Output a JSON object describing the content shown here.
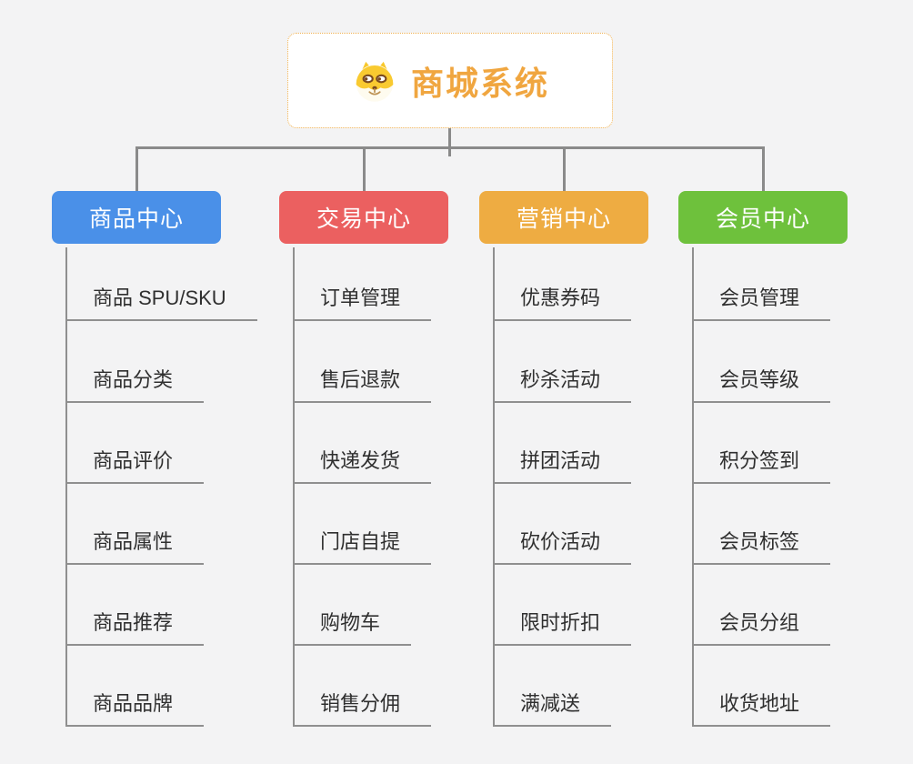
{
  "root": {
    "title": "商城系统",
    "icon": "dog-face-icon",
    "accent_color": "#F0A640"
  },
  "connector_color": "#8A8A8A",
  "branches": [
    {
      "label": "商品中心",
      "color": "#4A90E8",
      "items": [
        "商品 SPU/SKU",
        "商品分类",
        "商品评价",
        "商品属性",
        "商品推荐",
        "商品品牌"
      ]
    },
    {
      "label": "交易中心",
      "color": "#EB6060",
      "items": [
        "订单管理",
        "售后退款",
        "快递发货",
        "门店自提",
        "购物车",
        "销售分佣"
      ]
    },
    {
      "label": "营销中心",
      "color": "#EEAC42",
      "items": [
        "优惠券码",
        "秒杀活动",
        "拼团活动",
        "砍价活动",
        "限时折扣",
        "满减送"
      ]
    },
    {
      "label": "会员中心",
      "color": "#6EC13C",
      "items": [
        "会员管理",
        "会员等级",
        "积分签到",
        "会员标签",
        "会员分组",
        "收货地址"
      ]
    }
  ]
}
